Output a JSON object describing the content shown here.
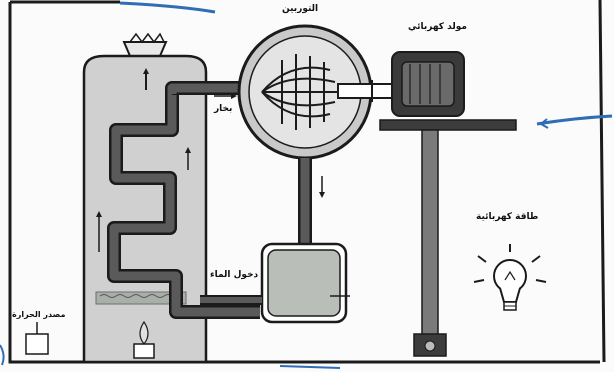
{
  "labels": {
    "turbine": "التوربين",
    "generator": "مولد كهربائي",
    "steam": "بخار",
    "water_in": "دخول الماء",
    "electric_energy": "طاقة كهربائية",
    "heat_source": "مصدر الحرارة"
  },
  "colors": {
    "ink": "#1b1b1b",
    "pipe_fill": "#5a5a5a",
    "boiler_fill": "#cfcfcf",
    "tank_fill": "#bdbdbd",
    "water_fill": "#9fa59f",
    "annotation_blue": "#2f6db5"
  },
  "icons": [
    "light-bulb-icon",
    "flame-icon",
    "fan-blades-icon"
  ]
}
